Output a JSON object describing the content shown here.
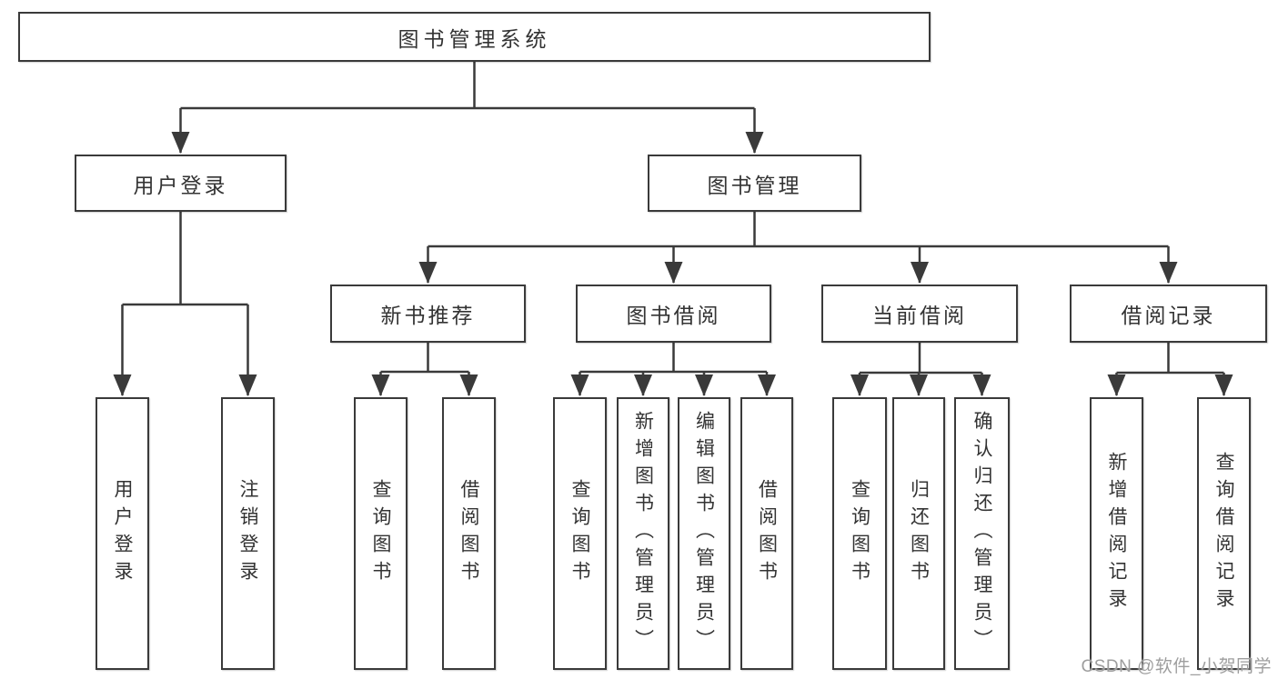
{
  "tree": {
    "root": {
      "label": "图书管理系统"
    },
    "branches": [
      {
        "label": "用户登录",
        "children": [
          {
            "label": "用户登录"
          },
          {
            "label": "注销登录"
          }
        ]
      },
      {
        "label": "图书管理",
        "children": [
          {
            "label": "新书推荐",
            "children": [
              {
                "label": "查询图书"
              },
              {
                "label": "借阅图书"
              }
            ]
          },
          {
            "label": "图书借阅",
            "children": [
              {
                "label": "查询图书"
              },
              {
                "label": "新增图书（管理员）"
              },
              {
                "label": "编辑图书（管理员）"
              },
              {
                "label": "借阅图书"
              }
            ]
          },
          {
            "label": "当前借阅",
            "children": [
              {
                "label": "查询图书"
              },
              {
                "label": "归还图书"
              },
              {
                "label": "确认归还（管理员）"
              }
            ]
          },
          {
            "label": "借阅记录",
            "children": [
              {
                "label": "新增借阅记录"
              },
              {
                "label": "查询借阅记录"
              }
            ]
          }
        ]
      }
    ]
  },
  "watermark": "CSDN @软件_小贺同学",
  "colors": {
    "line": "#3a3a3a",
    "box_border": "#3a3a3a",
    "text": "#333333",
    "watermark": "#9e9e9e",
    "background": "#ffffff"
  }
}
